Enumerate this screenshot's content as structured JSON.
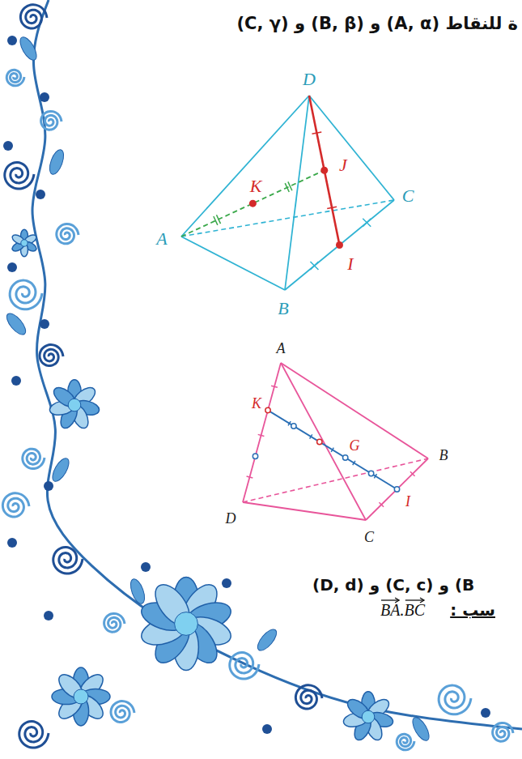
{
  "diagram": {
    "labels": [
      "(C, γ) و (B, β) و (A, α) ة للنقاط",
      "D",
      "J",
      "K",
      "C",
      "A",
      "I",
      "B",
      "A",
      "K",
      "G",
      "B",
      "I",
      "D",
      "C",
      "(D, d) و (C, c) و (B",
      "سب :",
      "BA.BC"
    ]
  }
}
